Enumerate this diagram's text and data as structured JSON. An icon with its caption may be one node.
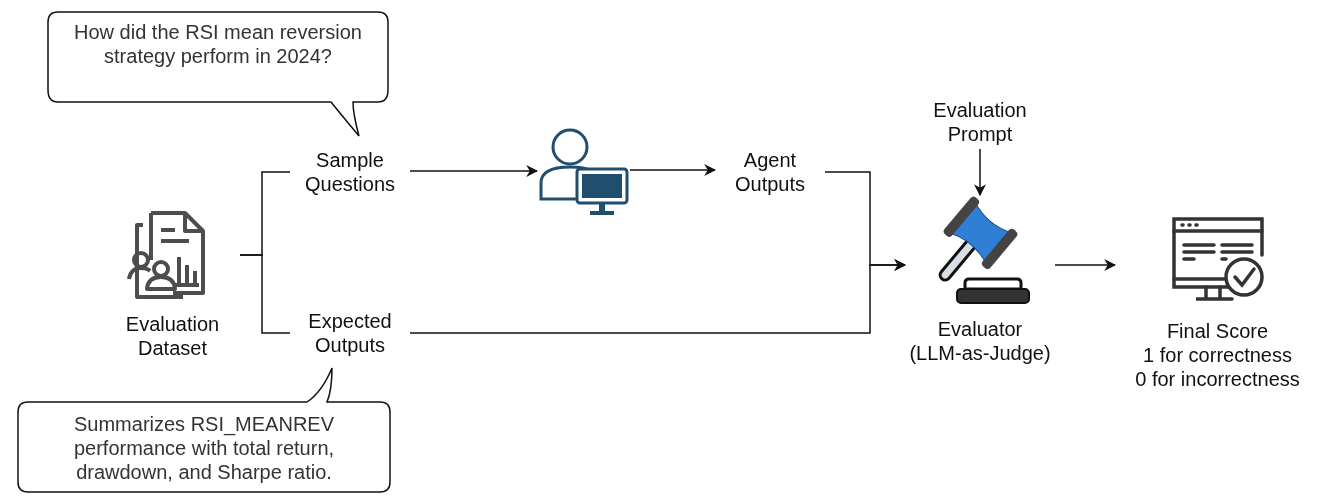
{
  "diagram": {
    "nodes": [
      {
        "text": [
          "Evaluation Dataset"
        ]
      },
      {
        "text": [
          "Sample Questions"
        ]
      },
      {
        "text": [
          "Expected Outputs"
        ]
      },
      {
        "text": [
          "How did the RSI mean reversion strategy perform in 2024?"
        ]
      },
      {
        "text": [],
        "shape": "person"
      },
      {
        "text": [
          "Agent Outputs"
        ]
      },
      {
        "text": [
          "Evaluation Prompt"
        ]
      },
      {
        "text": [
          "Evaluator (LLM-as-Judge)"
        ]
      },
      {
        "text": [
          "Final Score",
          "1 for correctness",
          "0 for incorrectness"
        ]
      },
      {
        "text": [
          "Summarizes RSI_MEANREV performance with total return, drawdown, and Sharpe ratio."
        ]
      }
    ],
    "edges": [
      {
        "from": 0,
        "to": 1,
        "arrow": "none"
      },
      {
        "from": 0,
        "to": 2,
        "arrow": "none"
      },
      {
        "from": 1,
        "to": 4,
        "arrow": "to"
      },
      {
        "from": 4,
        "to": 5,
        "arrow": "to"
      },
      {
        "from": 5,
        "to": 7,
        "arrow": "to"
      },
      {
        "from": 2,
        "to": 7,
        "arrow": "to"
      },
      {
        "from": 6,
        "to": 7,
        "arrow": "to"
      },
      {
        "from": 7,
        "to": 8,
        "arrow": "to"
      }
    ]
  }
}
